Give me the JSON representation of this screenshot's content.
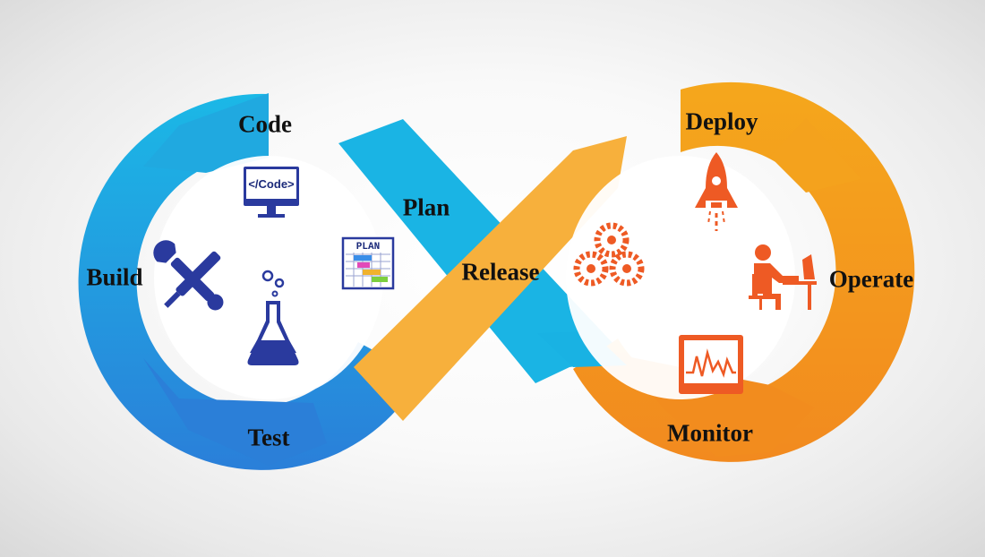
{
  "diagram": {
    "type": "devops-infinity-loop",
    "stages": [
      {
        "id": "plan",
        "label": "Plan",
        "color": "#1bb3e3"
      },
      {
        "id": "code",
        "label": "Code",
        "color": "#1bb3e3"
      },
      {
        "id": "build",
        "label": "Build",
        "color": "#2a8fd8"
      },
      {
        "id": "test",
        "label": "Test",
        "color": "#2b79d6"
      },
      {
        "id": "release",
        "label": "Release",
        "color": "#f7b03c"
      },
      {
        "id": "deploy",
        "label": "Deploy",
        "color": "#f4a21d"
      },
      {
        "id": "operate",
        "label": "Operate",
        "color": "#f49a1a"
      },
      {
        "id": "monitor",
        "label": "Monitor",
        "color": "#f28c1e"
      }
    ],
    "icons": {
      "code_screen_text": "</Code>",
      "plan_board_text": "PLAN"
    },
    "colors": {
      "blue_light": "#1bb3e3",
      "blue_dark": "#2b79d6",
      "orange_light": "#f7b03c",
      "orange_dark": "#f28c1e",
      "icon_navy": "#2a3a9e",
      "icon_orange": "#ee5a24"
    }
  }
}
